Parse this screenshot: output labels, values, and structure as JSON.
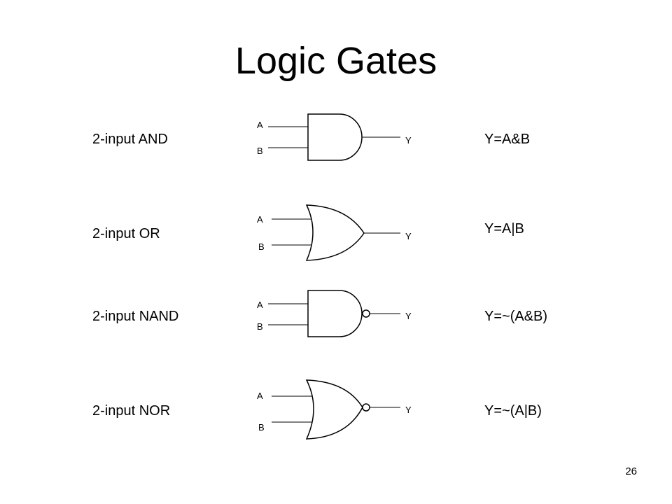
{
  "title": "Logic Gates",
  "page_number": "26",
  "gates": [
    {
      "name": "2-input AND",
      "equation": "Y=A&B",
      "shape": "and",
      "inverted": false,
      "pins": {
        "a": "A",
        "b": "B",
        "y": "Y"
      }
    },
    {
      "name": "2-input OR",
      "equation": "Y=A|B",
      "shape": "or",
      "inverted": false,
      "pins": {
        "a": "A",
        "b": "B",
        "y": "Y"
      }
    },
    {
      "name": "2-input NAND",
      "equation": "Y=~(A&B)",
      "shape": "and",
      "inverted": true,
      "pins": {
        "a": "A",
        "b": "B",
        "y": "Y"
      }
    },
    {
      "name": "2-input NOR",
      "equation": "Y=~(A|B)",
      "shape": "or",
      "inverted": true,
      "pins": {
        "a": "A",
        "b": "B",
        "y": "Y"
      }
    }
  ]
}
